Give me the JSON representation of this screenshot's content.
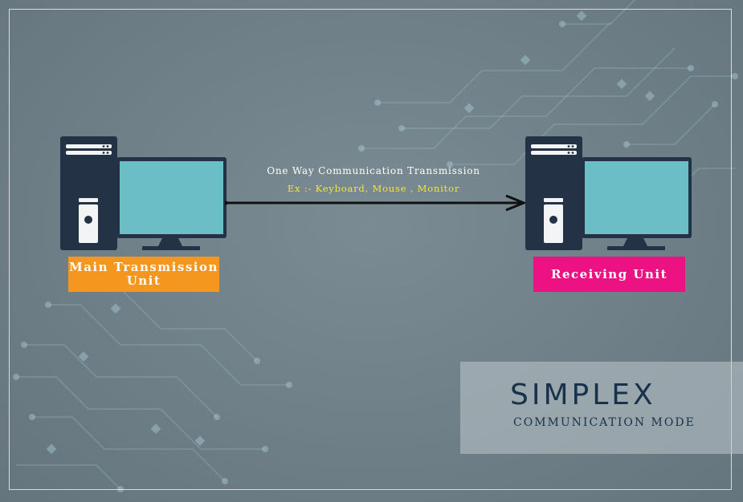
{
  "diagram": {
    "sender_label": "Main Transmission Unit",
    "receiver_label": "Receiving Unit",
    "arrow_caption": "One Way Communication Transmission",
    "example_caption": "Ex :- Keyboard, Mouse , Monitor",
    "title": "SIMPLEX",
    "subtitle": "COMMUNICATION MODE"
  },
  "colors": {
    "background": "#6f7f87",
    "sender_box": "#f5961e",
    "receiver_box": "#ec1283",
    "tower": "#233345",
    "screen": "#6bbdc6",
    "example_text": "#f4e63a",
    "title_text": "#17324a"
  }
}
